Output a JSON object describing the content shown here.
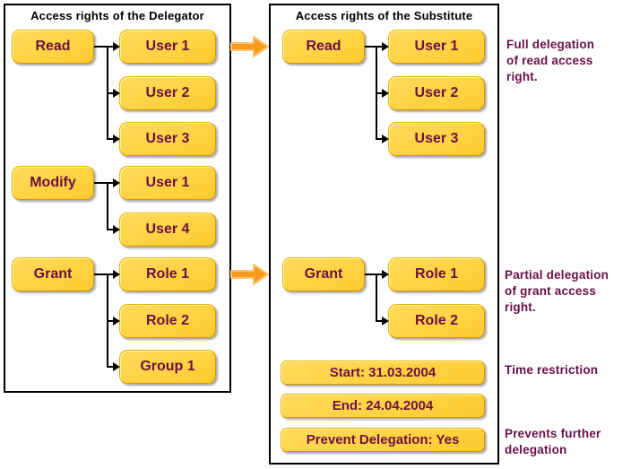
{
  "colors": {
    "box_fill": "#FED343",
    "box_border_dark": "#D89400",
    "box_text": "#6E0F40",
    "annotation_text": "#690F45",
    "arrow_fill": "#F79A1D",
    "arrow_outline": "#FCC472",
    "panel_border": "#000000"
  },
  "delegator_panel": {
    "title": "Access rights of the Delegator",
    "groups": [
      {
        "right": "Read",
        "targets": [
          "User 1",
          "User 2",
          "User 3"
        ]
      },
      {
        "right": "Modify",
        "targets": [
          "User 1",
          "User 4"
        ]
      },
      {
        "right": "Grant",
        "targets": [
          "Role 1",
          "Role 2",
          "Group 1"
        ]
      }
    ]
  },
  "substitute_panel": {
    "title": "Access rights of the Substitute",
    "groups": [
      {
        "right": "Read",
        "targets": [
          "User 1",
          "User 2",
          "User 3"
        ]
      },
      {
        "right": "Grant",
        "targets": [
          "Role 1",
          "Role 2"
        ]
      }
    ],
    "restrictions": [
      "Start: 31.03.2004",
      "End: 24.04.2004",
      "Prevent Delegation: Yes"
    ]
  },
  "annotations": [
    {
      "lines": [
        "Full delegation",
        "of read access",
        "right."
      ]
    },
    {
      "lines": [
        "Partial delegation",
        "of grant access",
        "right."
      ]
    },
    {
      "lines": [
        "Time restriction"
      ]
    },
    {
      "lines": [
        "Prevents further",
        "delegation"
      ]
    }
  ]
}
